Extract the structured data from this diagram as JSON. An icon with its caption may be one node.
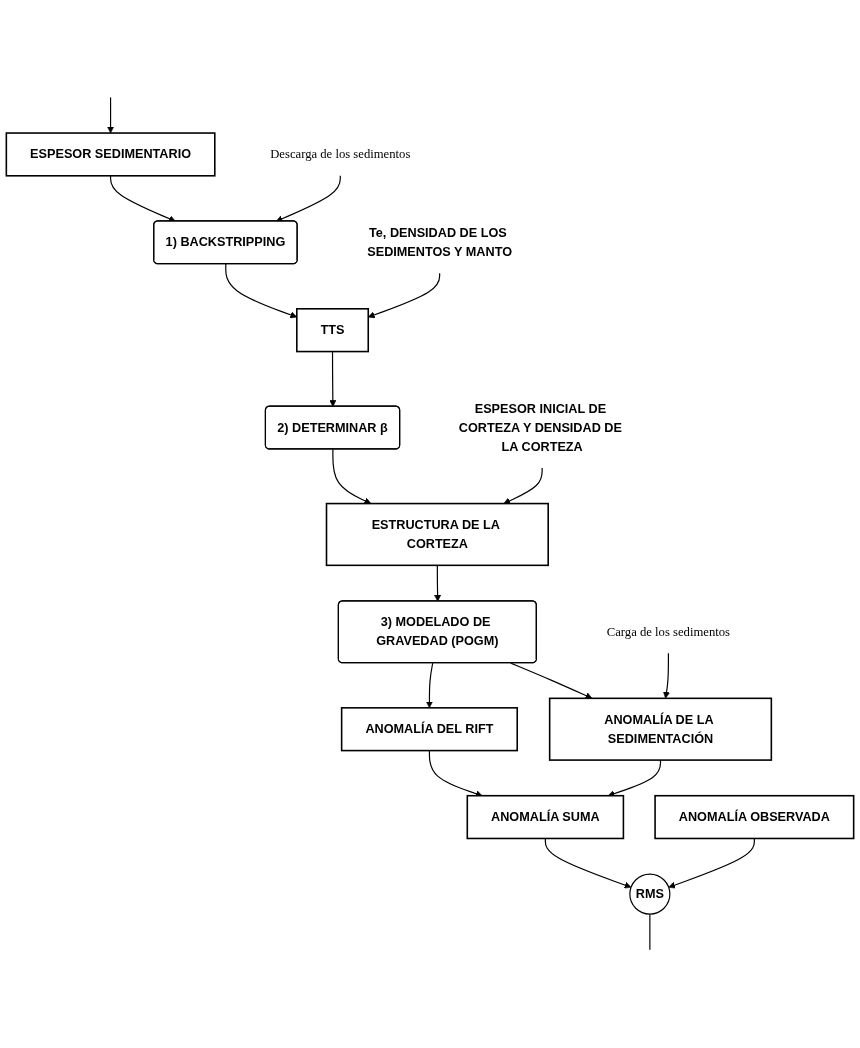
{
  "diagram": {
    "nodes": [
      {
        "text": [
          "ESPESOR SEDIMENTARIO"
        ]
      },
      {
        "text": [
          "Descarga de los sedimentos"
        ]
      },
      {
        "text": [
          "1) BACKSTRIPPING"
        ]
      },
      {
        "text": [
          "Te, DENSIDAD DE LOS SEDIMENTOS Y MANTO"
        ]
      },
      {
        "text": [
          "TTS"
        ]
      },
      {
        "text": [
          "2) DETERMINAR β"
        ]
      },
      {
        "text": [
          "ESPESOR INICIAL DE CORTEZA Y DENSIDAD DE LA CORTEZA"
        ]
      },
      {
        "text": [
          "ESTRUCTURA DE LA CORTEZA"
        ]
      },
      {
        "text": [
          "3) MODELADO DE GRAVEDAD (POGM)"
        ]
      },
      {
        "text": [
          "ANOMALÍA DEL RIFT"
        ]
      },
      {
        "text": [
          "ANOMALÍA DE LA SEDIMENTACIÓN"
        ]
      },
      {
        "text": [
          "Carga de los sedimentos"
        ]
      },
      {
        "text": [
          "ANOMALÍA SUMA"
        ]
      },
      {
        "text": [
          "ANOMALÍA OBSERVADA"
        ]
      },
      {
        "text": [
          "RMS"
        ]
      }
    ],
    "edges": [
      {
        "from": 0,
        "to": 2,
        "arrow": "to"
      },
      {
        "from": 1,
        "to": 2,
        "arrow": "to"
      },
      {
        "from": 2,
        "to": 4,
        "arrow": "to"
      },
      {
        "from": 3,
        "to": 4,
        "arrow": "to"
      },
      {
        "from": 4,
        "to": 5,
        "arrow": "to"
      },
      {
        "from": 5,
        "to": 7,
        "arrow": "to"
      },
      {
        "from": 6,
        "to": 7,
        "arrow": "to"
      },
      {
        "from": 7,
        "to": 8,
        "arrow": "to"
      },
      {
        "from": 8,
        "to": 9,
        "arrow": "to"
      },
      {
        "from": 8,
        "to": 10,
        "arrow": "to"
      },
      {
        "from": 9,
        "to": 12,
        "arrow": "to"
      },
      {
        "from": 10,
        "to": 12,
        "arrow": "to"
      },
      {
        "from": 11,
        "to": 10,
        "arrow": "to"
      },
      {
        "from": 12,
        "to": 14,
        "arrow": "to"
      },
      {
        "from": 13,
        "to": 14,
        "arrow": "to"
      },
      {
        "from": 14,
        "to": null,
        "arrow": "none"
      },
      {
        "from": null,
        "to": 0,
        "arrow": "to"
      }
    ]
  }
}
